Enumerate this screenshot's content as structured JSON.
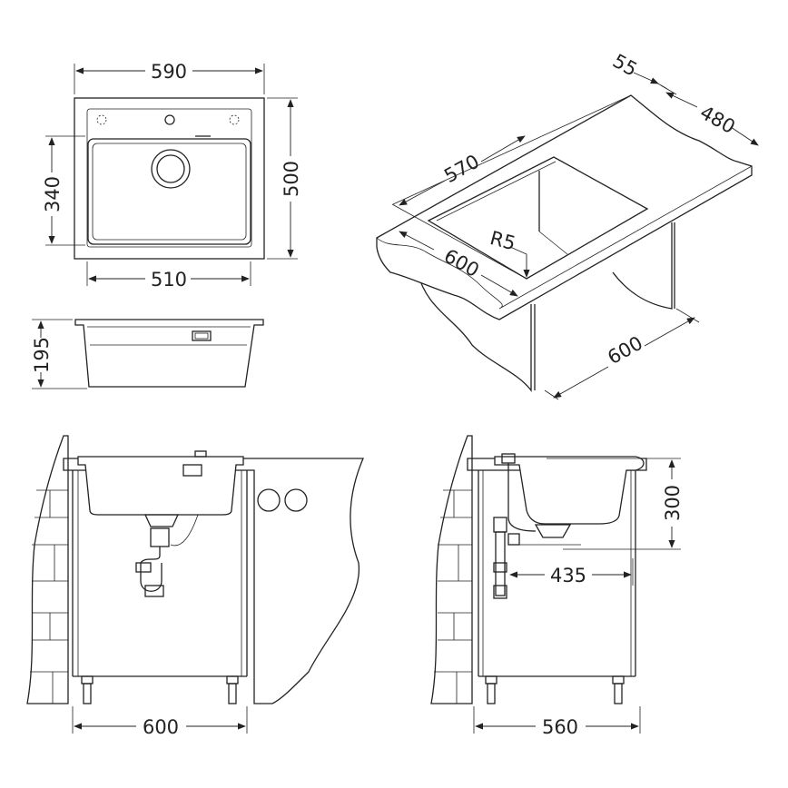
{
  "top_view": {
    "width_label": "590",
    "bowl_depth_label": "340",
    "depth_label": "500",
    "bowl_width_label": "510"
  },
  "side_view": {
    "height_label": "195"
  },
  "iso_view": {
    "rim_label": "55",
    "depth_label": "480",
    "bowl_length_label": "570",
    "radius_label": "R5",
    "front_label": "600",
    "cabinet_label": "600"
  },
  "front_install": {
    "cabinet_width_label": "600"
  },
  "side_install": {
    "height_label": "300",
    "drain_offset_label": "435",
    "cabinet_depth_label": "560"
  }
}
